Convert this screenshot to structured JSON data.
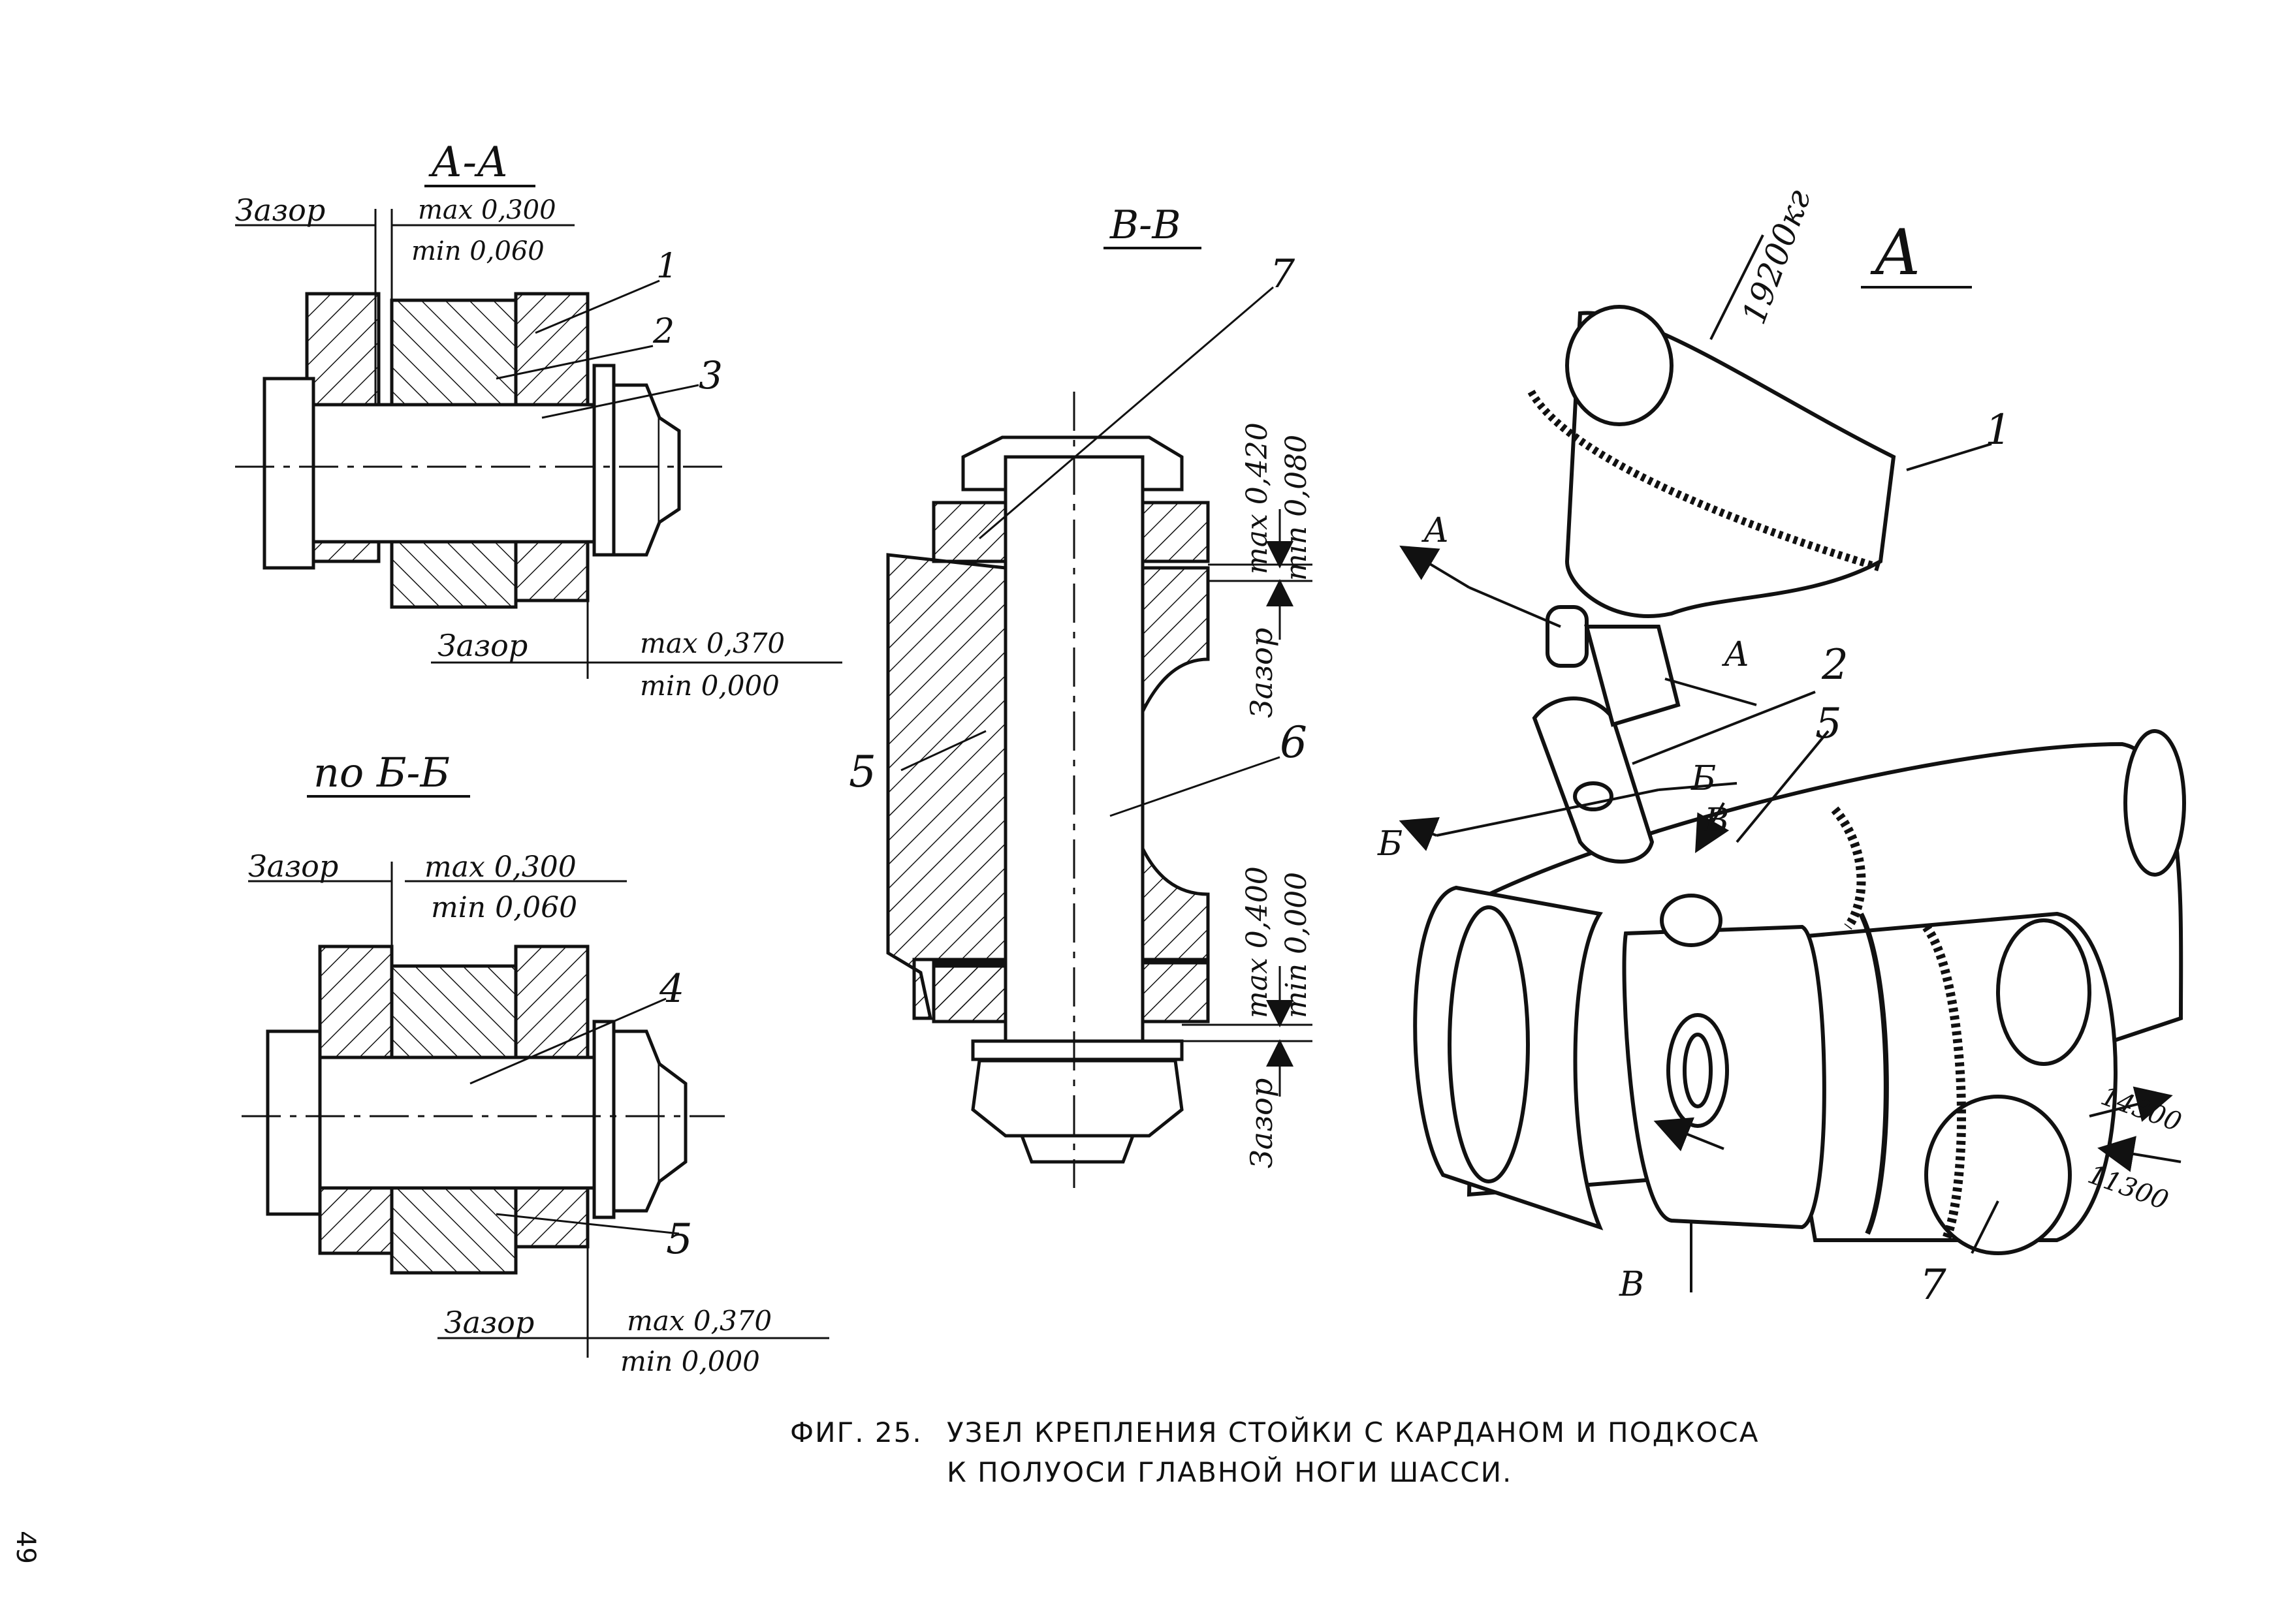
{
  "section_aa": {
    "title": "А-А",
    "gap_top": {
      "label": "Зазор",
      "max": "max 0,300",
      "min": "min 0,060"
    },
    "gap_bottom": {
      "label": "Зазор",
      "max": "max 0,370",
      "min": "min 0,000"
    },
    "callouts": [
      "1",
      "2",
      "3"
    ]
  },
  "section_bb": {
    "title": "по Б-Б",
    "gap_top": {
      "label": "Зазор",
      "max": "max 0,300",
      "min": "min 0,060"
    },
    "gap_bottom": {
      "label": "Зазор",
      "max": "max 0,370",
      "min": "min 0,000"
    },
    "callouts": [
      "4",
      "5"
    ]
  },
  "section_vv": {
    "title": "В-В",
    "gap_top": {
      "label": "Зазор",
      "max": "max 0,420",
      "min": "min 0,080"
    },
    "gap_bottom": {
      "label": "Зазор",
      "max": "max 0,400",
      "min": "min 0,000"
    },
    "callouts": [
      "7",
      "5",
      "6"
    ]
  },
  "view_a": {
    "title": "А",
    "load_top": "19200кг",
    "load_right_1": "14300",
    "load_right_2": "11300",
    "section_marks": [
      "А",
      "А",
      "Б",
      "Б",
      "В",
      "В"
    ],
    "callouts": [
      "1",
      "2",
      "5",
      "7"
    ]
  },
  "caption": {
    "fig": "ФИГ. 25.",
    "line1": "УЗЕЛ КРЕПЛЕНИЯ СТОЙКИ С КАРДАНОМ И ПОДКОСА",
    "line2": "К ПОЛУОСИ ГЛАВНОЙ НОГИ ШАССИ."
  },
  "page_number": "49"
}
